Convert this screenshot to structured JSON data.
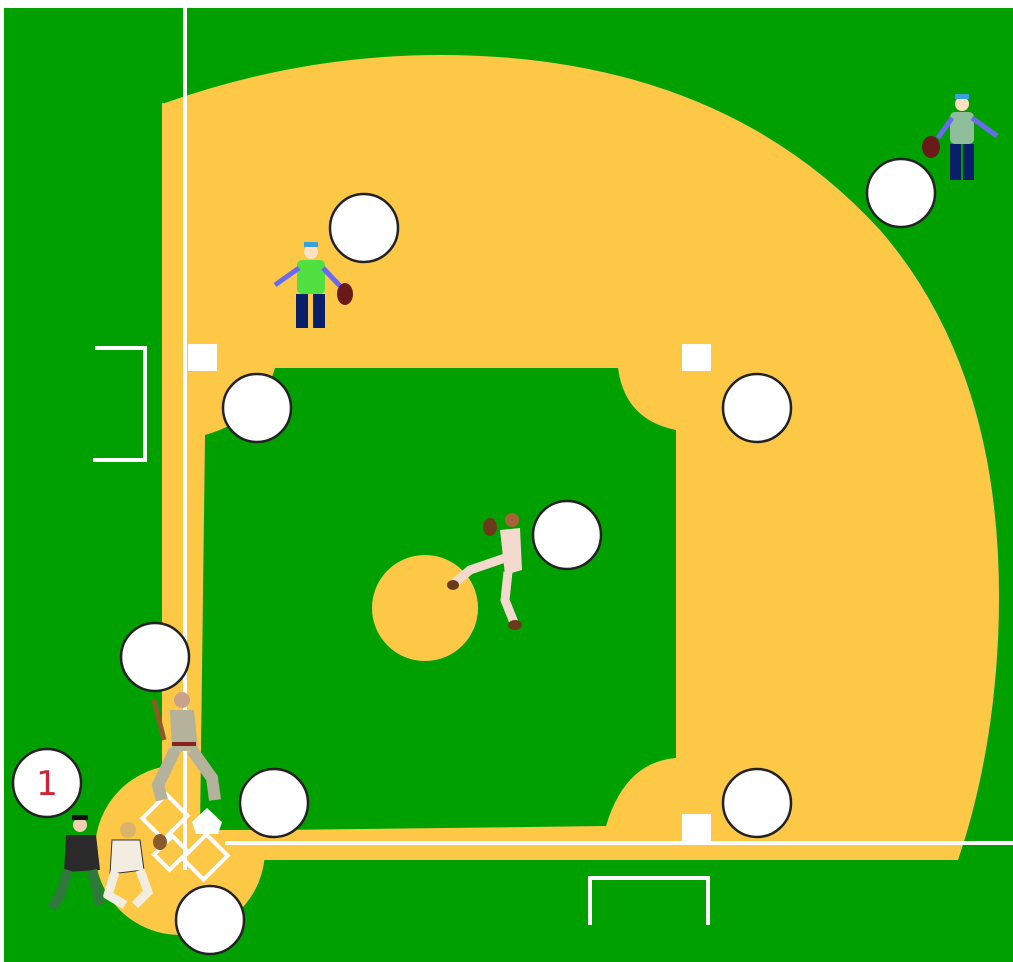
{
  "game": {
    "colors": {
      "grass": "#00a000",
      "dirt": "#fcc845",
      "chalk": "#ffffff",
      "slot_fill": "#ffffff",
      "slot_stroke": "#222222",
      "label_red": "#d0233a"
    },
    "slots": [
      {
        "id": "left-field",
        "label": ""
      },
      {
        "id": "right-field",
        "label": ""
      },
      {
        "id": "third-base",
        "label": ""
      },
      {
        "id": "first-base",
        "label": ""
      },
      {
        "id": "pitcher",
        "label": ""
      },
      {
        "id": "batter-box-top",
        "label": ""
      },
      {
        "id": "umpire",
        "label": "1"
      },
      {
        "id": "home-left",
        "label": ""
      },
      {
        "id": "home-right",
        "label": ""
      },
      {
        "id": "catcher",
        "label": ""
      }
    ],
    "figures": [
      "batter",
      "catcher",
      "umpire",
      "pitcher",
      "third-baseman",
      "left-fielder"
    ]
  }
}
